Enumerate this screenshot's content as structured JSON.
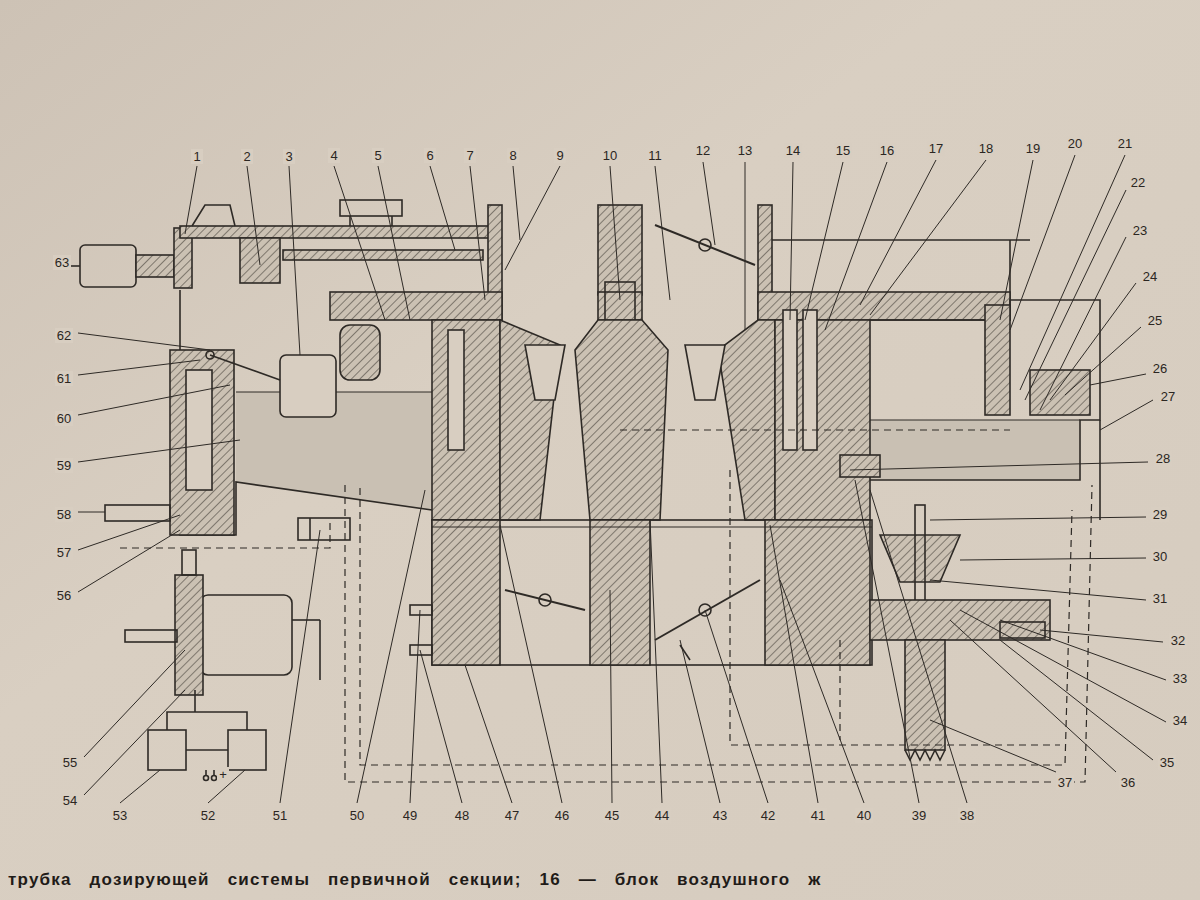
{
  "diagram": {
    "caption": "трубка дозирующей системы первичной секции; 16 — блок воздушного ж",
    "labels": [
      "1",
      "2",
      "3",
      "4",
      "5",
      "6",
      "7",
      "8",
      "9",
      "10",
      "11",
      "12",
      "13",
      "14",
      "15",
      "16",
      "17",
      "18",
      "19",
      "20",
      "21",
      "22",
      "23",
      "24",
      "25",
      "26",
      "27",
      "28",
      "29",
      "30",
      "31",
      "32",
      "33",
      "34",
      "35",
      "36",
      "37",
      "38",
      "39",
      "40",
      "41",
      "42",
      "43",
      "44",
      "45",
      "46",
      "47",
      "48",
      "49",
      "50",
      "51",
      "52",
      "53",
      "54",
      "55",
      "56",
      "57",
      "58",
      "59",
      "60",
      "61",
      "62",
      "63",
      "+"
    ]
  }
}
